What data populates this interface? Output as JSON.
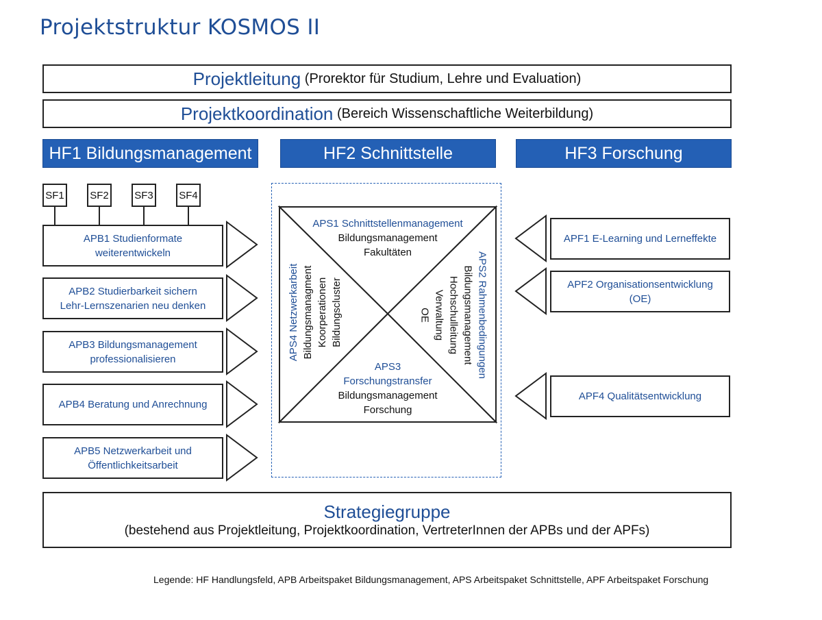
{
  "title": "Projektstruktur KOSMOS II",
  "projektleitung": {
    "main": "Projektleitung",
    "detail": "(Prorektor für Studium, Lehre und Evaluation)"
  },
  "projektkoordination": {
    "main": "Projektkoordination",
    "detail": "(Bereich Wissenschaftliche Weiterbildung)"
  },
  "handlungsfelder": {
    "hf1": "HF1 Bildungsmanagement",
    "hf2": "HF2 Schnittstelle",
    "hf3": "HF3 Forschung"
  },
  "sf": [
    "SF1",
    "SF2",
    "SF3",
    "SF4"
  ],
  "apb": [
    [
      "APB1 Studienformate weiterentwickeln"
    ],
    [
      "APB2 Studierbarkeit sichern",
      "Lehr-Lernszenarien neu denken"
    ],
    [
      "APB3 Bildungsmanagement",
      "professionalisieren"
    ],
    [
      "APB4 Beratung und Anrechnung"
    ],
    [
      "APB5 Netzwerkarbeit und",
      "Öffentlichkeitsarbeit"
    ]
  ],
  "aps": {
    "aps1": {
      "title": "APS1 Schnittstellenmanagement",
      "lines": [
        "Bildungsmanagement",
        "Fakultäten"
      ]
    },
    "aps2": {
      "title": "APS2 Rahmenbedingungen",
      "lines": [
        "Bildungsmanagement",
        "Hochschulleitung",
        "Verwaltung",
        "OE"
      ]
    },
    "aps3": {
      "title1": "APS3",
      "title2": "Forschungstransfer",
      "lines": [
        "Bildungsmanagement",
        "Forschung"
      ]
    },
    "aps4": {
      "title": "APS4 Netzwerkarbeit",
      "lines": [
        "Bildungsmanagment",
        "Koorperationen",
        "Bildungscluster"
      ]
    }
  },
  "apf": [
    "APF1 E-Learning und Lerneffekte",
    "APF2 Organisationsentwicklung (OE)",
    "APF4 Qualitätsentwicklung"
  ],
  "strategiegruppe": {
    "title": "Strategiegruppe",
    "subtitle": "(bestehend aus Projektleitung, Projektkoordination, VertreterInnen der APBs und der APFs)"
  },
  "legend": "Legende: HF Handlungsfeld, APB Arbeitspaket Bildungsmanagement, APS Arbeitspaket Schnittstelle, APF Arbeitspaket Forschung",
  "colors": {
    "accent_blue": "#2460b5",
    "text_blue": "#1f4e96",
    "border": "#222222"
  }
}
